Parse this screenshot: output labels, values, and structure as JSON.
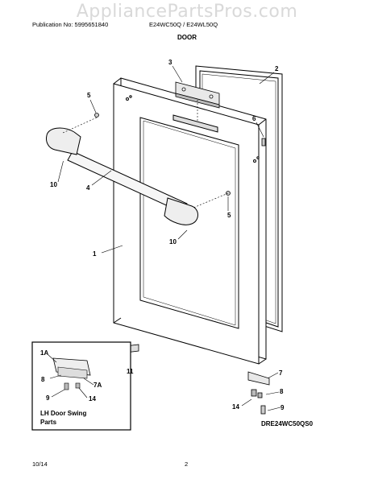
{
  "watermark": "AppliancePartsPros.com",
  "header": {
    "publication": "Publication No: 5995651840",
    "models": "E24WC50Q / E24WL50Q",
    "section": "DOOR"
  },
  "callouts": {
    "c1": "1",
    "c2": "2",
    "c3": "3",
    "c4": "4",
    "c5a": "5",
    "c5b": "5",
    "c6": "6",
    "c7": "7",
    "c8": "8",
    "c9": "9",
    "c10a": "10",
    "c10b": "10",
    "c11": "11",
    "c14": "14"
  },
  "inset": {
    "c1a": "1A",
    "c8": "8",
    "c7a": "7A",
    "c9": "9",
    "c14": "14",
    "caption_line1": "LH Door Swing",
    "caption_line2": "Parts"
  },
  "drawing_code": "DRE24WC50QS0",
  "footer": {
    "date": "10/14",
    "page": "2"
  }
}
